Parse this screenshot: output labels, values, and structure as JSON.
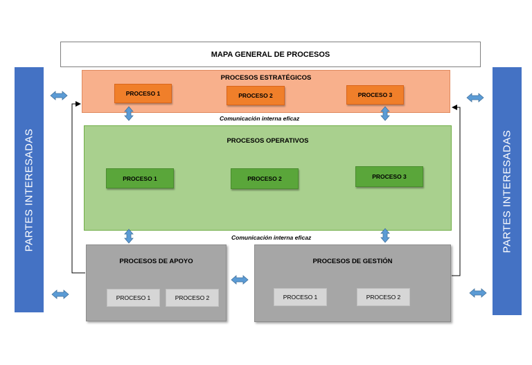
{
  "title": "MAPA GENERAL DE PROCESOS",
  "stakeholders": {
    "left": "PARTES INTERESADAS",
    "right": "PARTES INTERESADAS"
  },
  "strategic": {
    "title": "PROCESOS ESTRATÉGICOS",
    "items": [
      "PROCESO 1",
      "PROCESO 2",
      "PROCESO 3"
    ]
  },
  "communication": {
    "top": "Comunicación interna eficaz",
    "bottom": "Comunicación interna eficaz"
  },
  "operational": {
    "title": "PROCESOS OPERATIVOS",
    "items": [
      "PROCESO 1",
      "PROCESO 2",
      "PROCESO 3"
    ]
  },
  "support": {
    "title": "PROCESOS DE APOYO",
    "items": [
      "PROCESO 1",
      "PROCESO 2"
    ]
  },
  "management": {
    "title": "PROCESOS DE GESTIÓN",
    "items": [
      "PROCESO 1",
      "PROCESO 2"
    ]
  },
  "colors": {
    "stakeholders": "#4472c4",
    "strategic": "#f8b08c",
    "strategic_process": "#f07f2a",
    "operational": "#a9d08e",
    "operational_process": "#5aa63a",
    "support": "#a6a6a6",
    "support_process": "#d6d6d6",
    "arrows": "#5b9bd5"
  }
}
